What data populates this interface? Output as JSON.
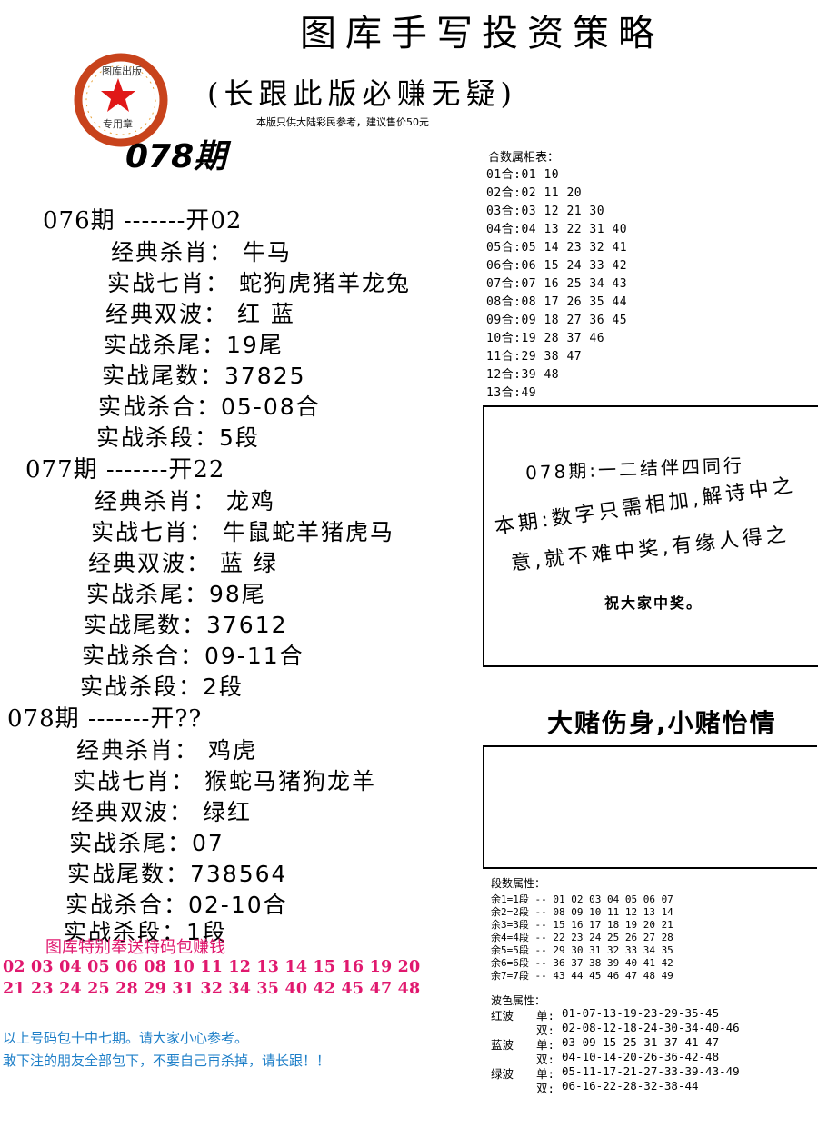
{
  "header": {
    "title": "图库手写投资策略",
    "subtitle": "(长跟此版必赚无疑)",
    "note": "本版只供大陆彩民参考，建议售价50元",
    "issue": "078期",
    "stamp": {
      "top_text": "图库出版",
      "bottom_text": "专用章",
      "ring_color": "#c8431c",
      "star_color": "#e01818"
    }
  },
  "records": [
    {
      "period": "076期 -------开02",
      "lines": [
        "经典杀肖： 牛马",
        "实战七肖： 蛇狗虎猪羊龙兔",
        "经典双波：  红  蓝",
        "实战杀尾：19尾",
        "实战尾数：37825",
        "实战杀合：05-08合",
        "实战杀段：5段"
      ]
    },
    {
      "period": "077期 -------开22",
      "lines": [
        "经典杀肖： 龙鸡",
        "实战七肖： 牛鼠蛇羊猪虎马",
        "经典双波： 蓝  绿",
        "实战杀尾：98尾",
        "实战尾数：37612",
        "实战杀合：09-11合",
        "实战杀段：2段"
      ]
    },
    {
      "period": "078期 -------开??",
      "lines": [
        "经典杀肖：  鸡虎",
        "实战七肖： 猴蛇马猪狗龙羊",
        "经典双波： 绿红",
        "实战杀尾：07",
        "实战尾数：738564",
        "实战杀合：02-10合",
        "实战杀段：1段"
      ]
    }
  ],
  "he_table": {
    "title": "合数属相表：",
    "rows": [
      "01合:01 10",
      "02合:02 11 20",
      "03合:03 12 21 30",
      "04合:04 13 22 31 40",
      "05合:05 14 23 32 41",
      "06合:06 15 24 33 42",
      "07合:07 16 25 34 43",
      "08合:08 17 26 35 44",
      "09合:09 18 27 36 45",
      "10合:19 28 37 46",
      "11合:29 38 47",
      "12合:39 48",
      "13合:49"
    ]
  },
  "poem": {
    "line1": "078期:一二结伴四同行",
    "line2": "本期:数字只需相加,解诗中之",
    "line3": "意,就不难中奖,有缘人得之",
    "wish": "祝大家中奖。"
  },
  "motto": "大赌伤身,小赌怡情",
  "duan_table": {
    "title": "段数属性：",
    "rows": [
      "余1=1段 -- 01 02 03 04 05 06 07",
      "余2=2段 -- 08 09 10 11 12 13 14",
      "余3=3段 -- 15 16 17 18 19 20 21",
      "余4=4段 -- 22 23 24 25 26 27 28",
      "余5=5段 -- 29 30 31 32 33 34 35",
      "余6=6段 -- 36 37 38 39 40 41 42",
      "余7=7段 -- 43 44 45 46 47 48 49"
    ]
  },
  "bo_table": {
    "title": "波色属性：",
    "groups": [
      {
        "name": "红波",
        "single_label": "单:",
        "single": "01-07-13-19-23-29-35-45",
        "double_label": "双:",
        "double": "02-08-12-18-24-30-34-40-46"
      },
      {
        "name": "蓝波",
        "single_label": "单:",
        "single": "03-09-15-25-31-37-41-47",
        "double_label": "双:",
        "double": "04-10-14-20-26-36-42-48"
      },
      {
        "name": "绿波",
        "single_label": "单:",
        "single": "05-11-17-21-27-33-39-43-49",
        "double_label": "双:",
        "double": "06-16-22-28-32-38-44"
      }
    ]
  },
  "gift": {
    "title": "图库特别奉送特码包赚钱",
    "line1": "02 03 04 05 06 08 10 11 12 13 14 15 16 19 20",
    "line2": "21 23 24 25 28 29 31 32 34 35 40 42 45 47 48",
    "color": "#e0186e"
  },
  "footer": {
    "line1": "以上号码包十中七期。请大家小心参考。",
    "line2": "敢下注的朋友全部包下，不要自己再杀掉，请长跟！！",
    "color": "#1e7fc8"
  }
}
